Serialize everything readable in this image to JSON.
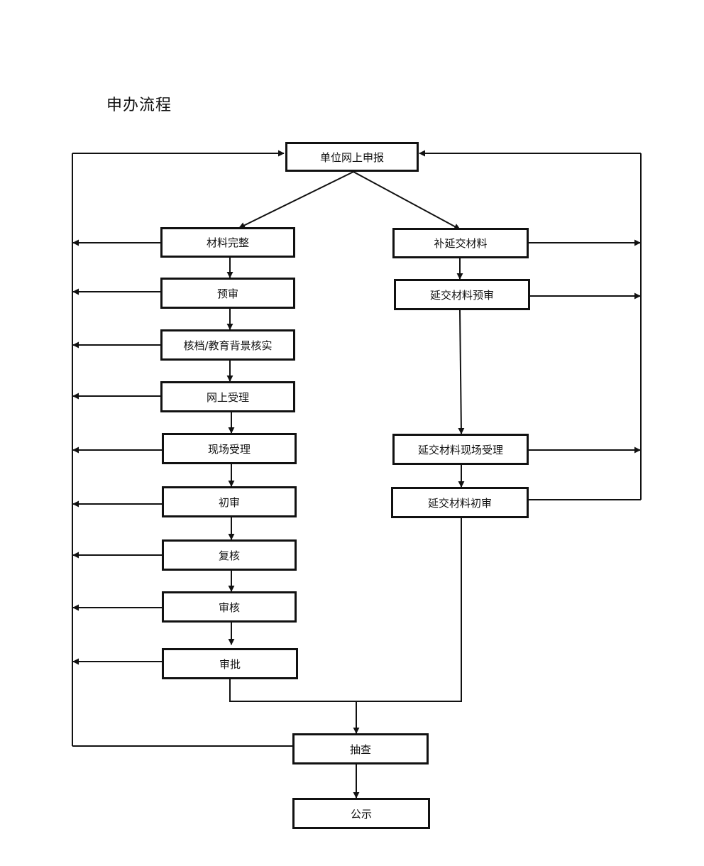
{
  "title": "申办流程",
  "nodes": {
    "apply": "单位网上申报",
    "complete": "材料完整",
    "pre_review": "预审",
    "verify": "核档/教育背景核实",
    "online_accept": "网上受理",
    "onsite_accept": "现场受理",
    "first_review": "初审",
    "recheck": "复核",
    "audit": "审核",
    "approve": "审批",
    "supplement": "补延交材料",
    "late_pre_review": "延交材料预审",
    "late_onsite_accept": "延交材料现场受理",
    "late_first_review": "延交材料初审",
    "spot_check": "抽查",
    "publicity": "公示"
  },
  "colors": {
    "line": "#111111",
    "box_bg": "#ffffff"
  }
}
